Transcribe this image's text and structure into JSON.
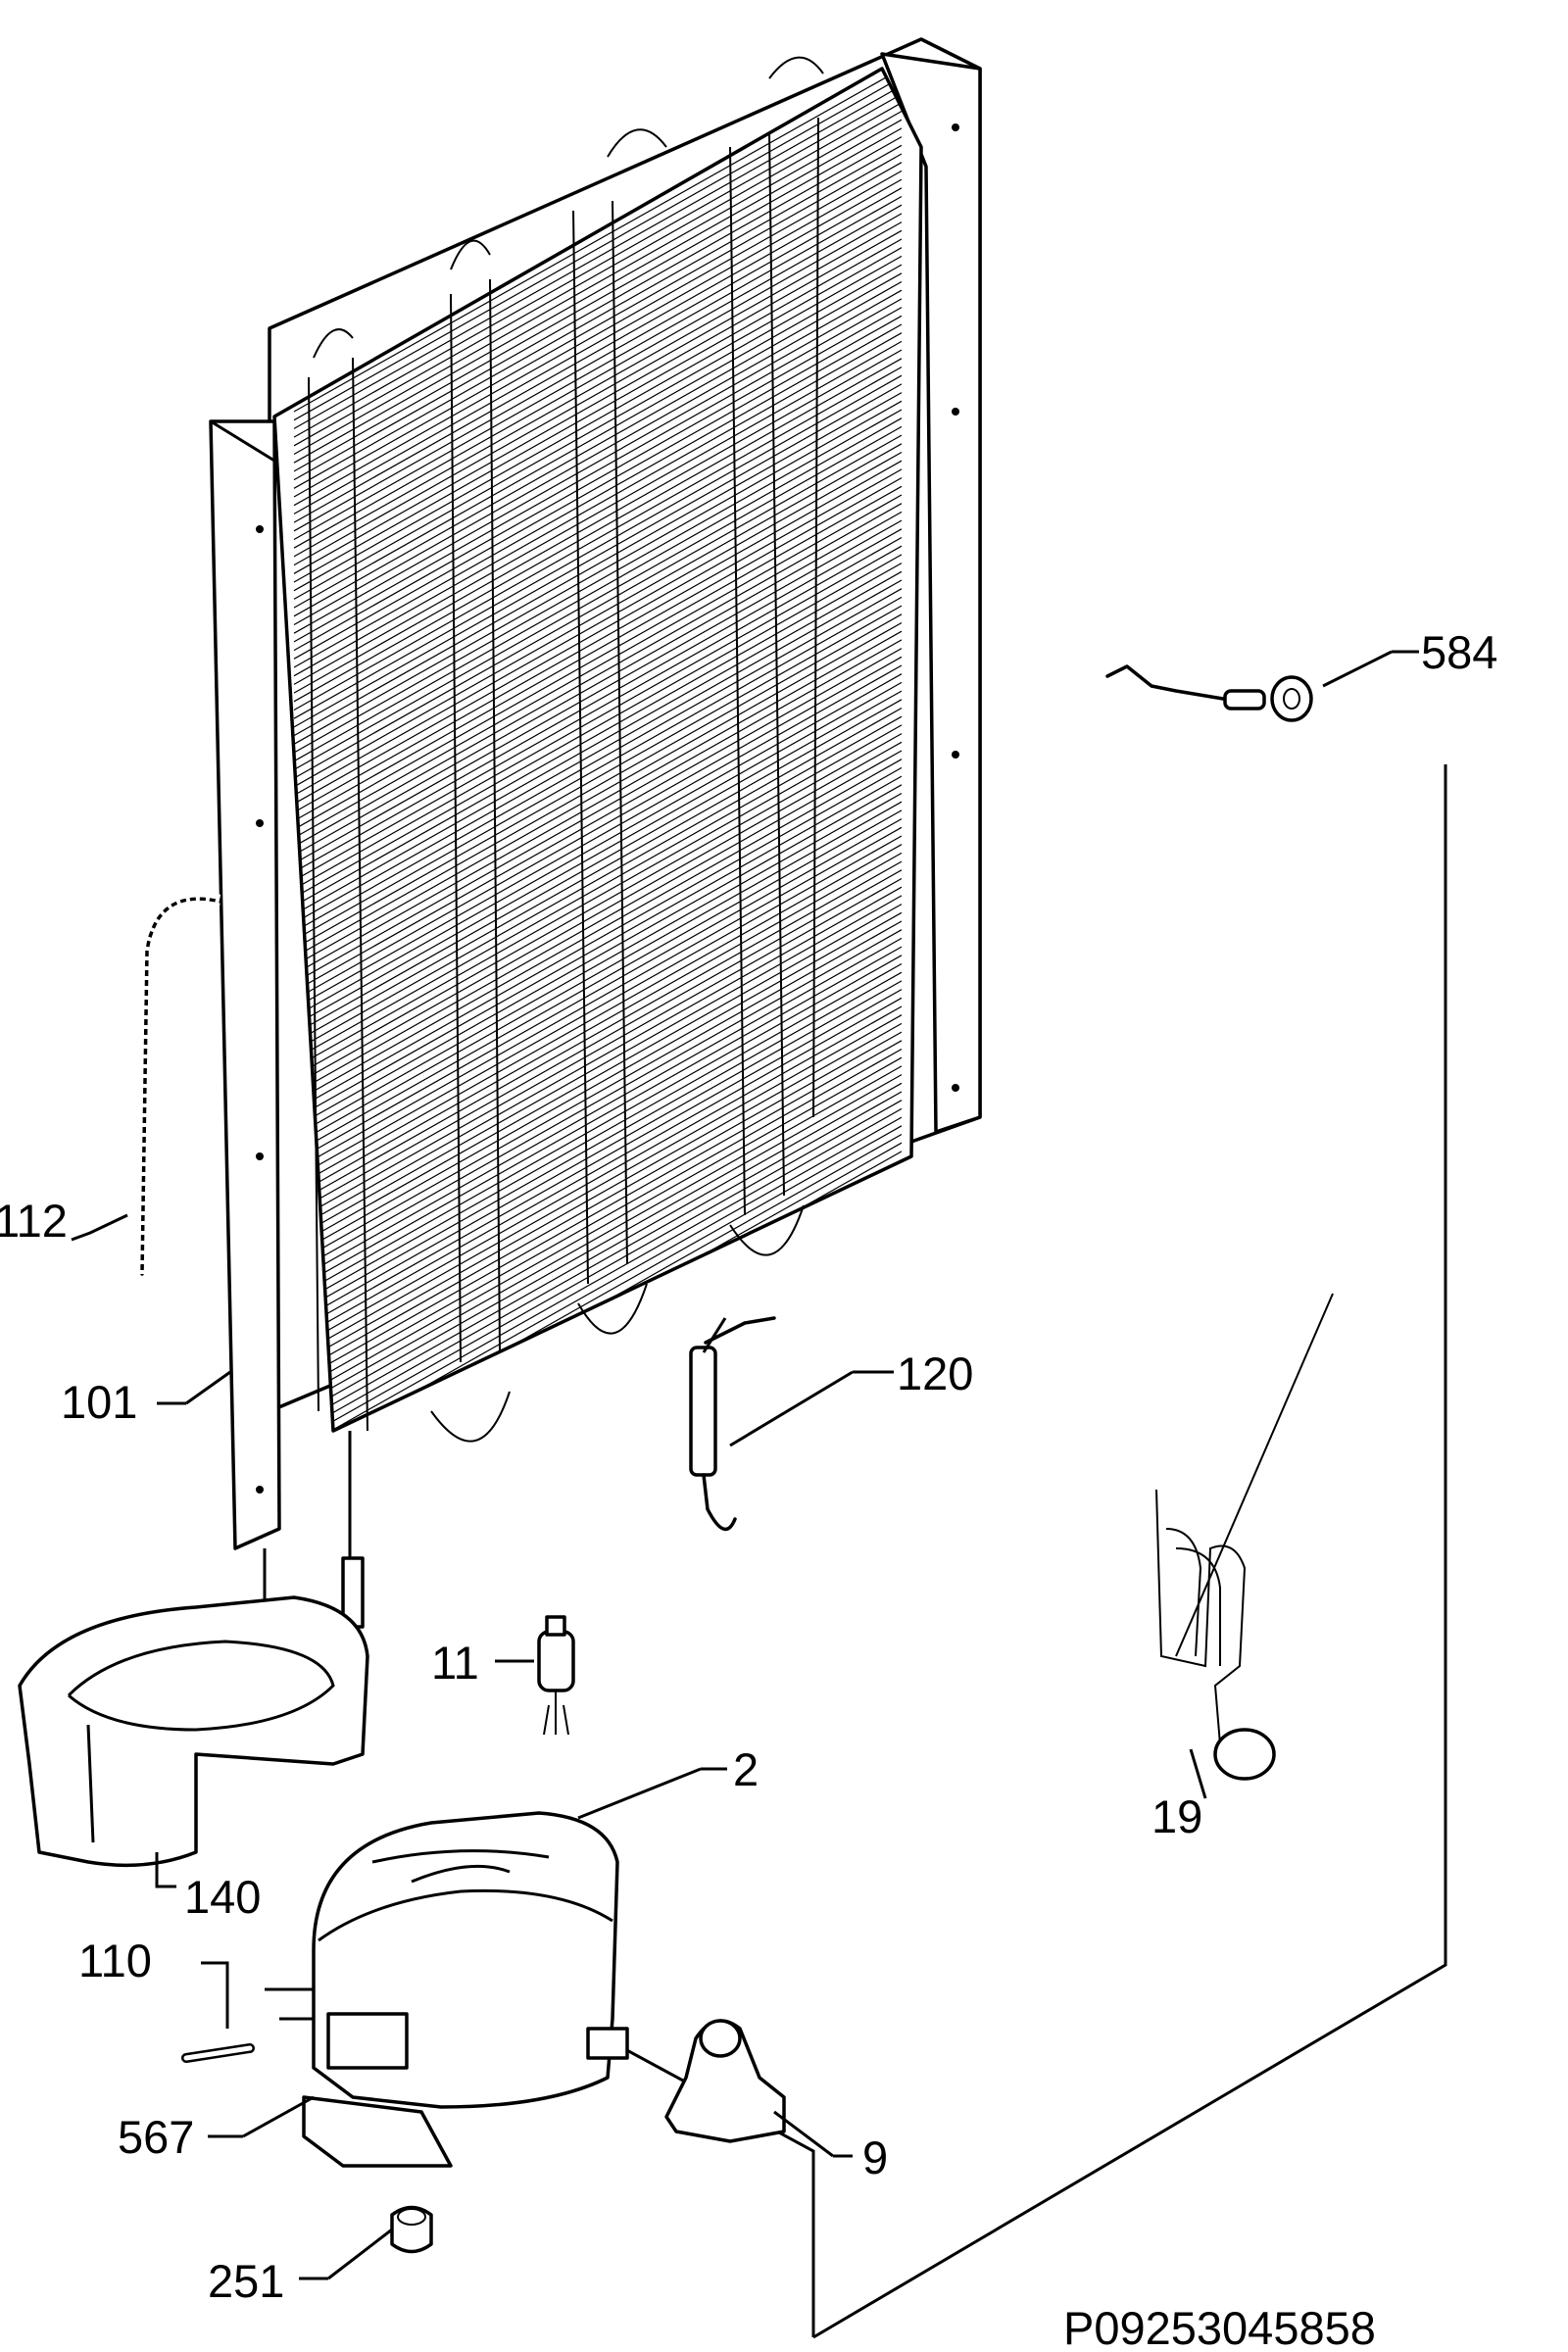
{
  "callouts": {
    "c584": "584",
    "c112": "112",
    "c101": "101",
    "c120": "120",
    "c11": "11",
    "c2": "2",
    "c140": "140",
    "c110": "110",
    "c19": "19",
    "c567": "567",
    "c9": "9",
    "c251": "251"
  },
  "drawing_id": "P09253045858"
}
